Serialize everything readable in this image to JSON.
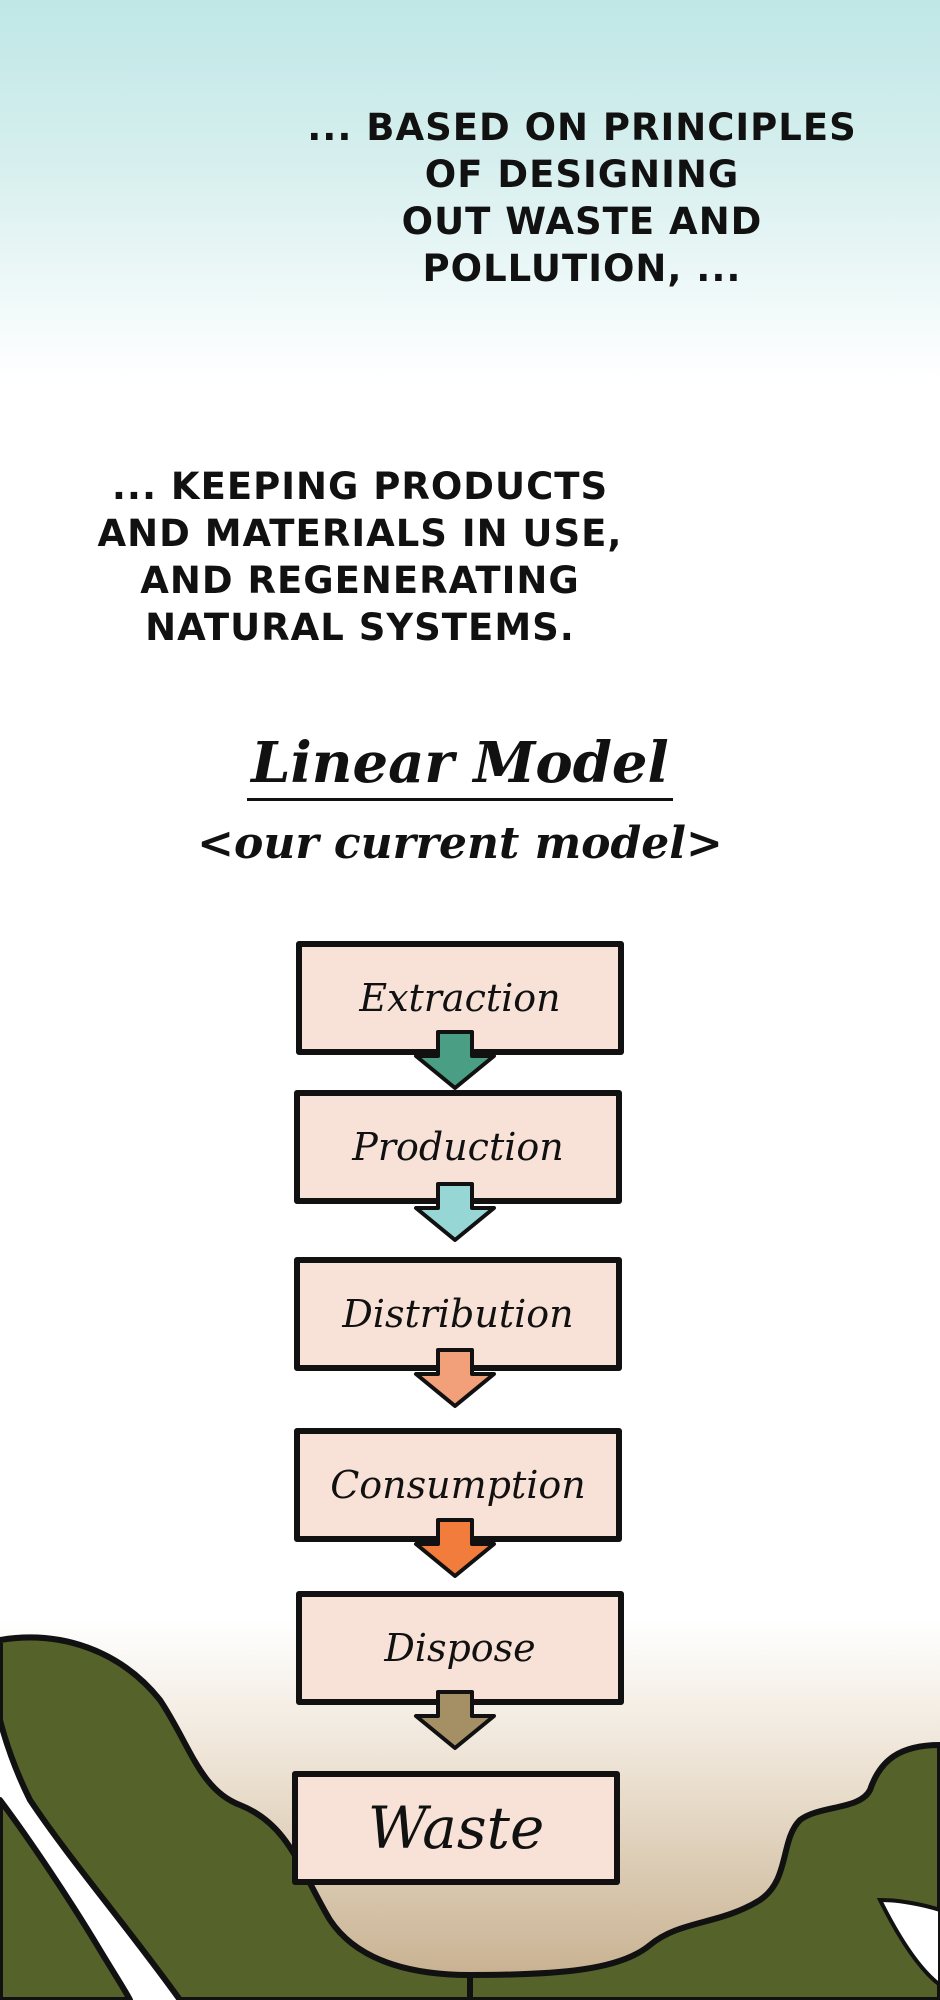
{
  "captions": {
    "top": "... BASED ON PRINCIPLES\nOF DESIGNING\nOUT WASTE AND\nPOLLUTION, ...",
    "middle": "... KEEPING PRODUCTS\nAND MATERIALS IN USE,\nAND REGENERATING\nNATURAL SYSTEMS."
  },
  "diagram": {
    "title": "Linear Model",
    "subtitle": "<our current model>",
    "stages": [
      {
        "label": "Extraction"
      },
      {
        "label": "Production"
      },
      {
        "label": "Distribution"
      },
      {
        "label": "Consumption"
      },
      {
        "label": "Dispose"
      },
      {
        "label": "Waste"
      }
    ],
    "arrow_colors": [
      "#4a9e84",
      "#96d7d6",
      "#f1a07a",
      "#f27c3c",
      "#a59066"
    ]
  },
  "colors": {
    "box_fill": "#f8e1d6",
    "hills": "#55632a",
    "sky": "#bfe7e6",
    "ground": "#c3ab88"
  }
}
